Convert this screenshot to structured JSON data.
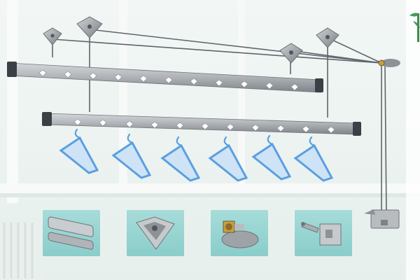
{
  "image": {
    "subject": "ceiling-mounted-clothes-drying-rack",
    "rails": 2,
    "hangers": 6,
    "detail_thumbnails": [
      {
        "name": "rail-profile"
      },
      {
        "name": "ceiling-pulley-mount"
      },
      {
        "name": "pulley-wheel-assembly"
      },
      {
        "name": "crank-winder"
      }
    ],
    "colors": {
      "background": "#eef4f1",
      "window_frame": "#f7faf9",
      "rail": "#a8acaf",
      "rail_end_cap": "#3b4046",
      "hanger": "#5b9fe0",
      "thumbnail_bg": "#98d4d1",
      "plant_leaf": "#4a9a5a"
    }
  }
}
